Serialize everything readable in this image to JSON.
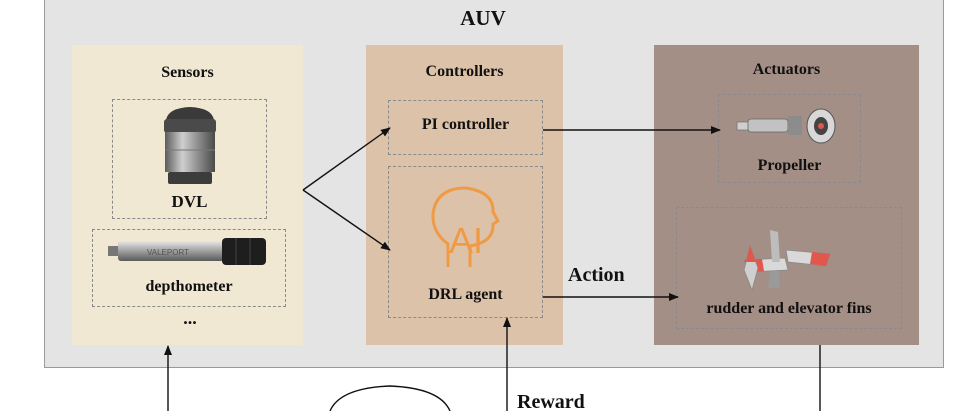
{
  "auv_title": "AUV",
  "sensors": {
    "title": "Sensors",
    "dvl_label": "DVL",
    "depthometer_label": "depthometer",
    "more_label": "...",
    "depthometer_brand": "VALEPORT"
  },
  "controllers": {
    "title": "Controllers",
    "pi_label": "PI controller",
    "ai_text": "AI",
    "drl_label": "DRL agent"
  },
  "actuators": {
    "title": "Actuators",
    "propeller_label": "Propeller",
    "fins_label": "rudder and elevator fins"
  },
  "edges": {
    "action_label": "Action",
    "reward_label": "Reward"
  },
  "colors": {
    "auv_bg": "#e4e4e4",
    "sensors_bg": "#f1e8d4",
    "controllers_bg": "#ddc2aa",
    "actuators_bg": "#a48f86",
    "ai_icon": "#ef9a45",
    "fin_accent": "#e2574b"
  }
}
